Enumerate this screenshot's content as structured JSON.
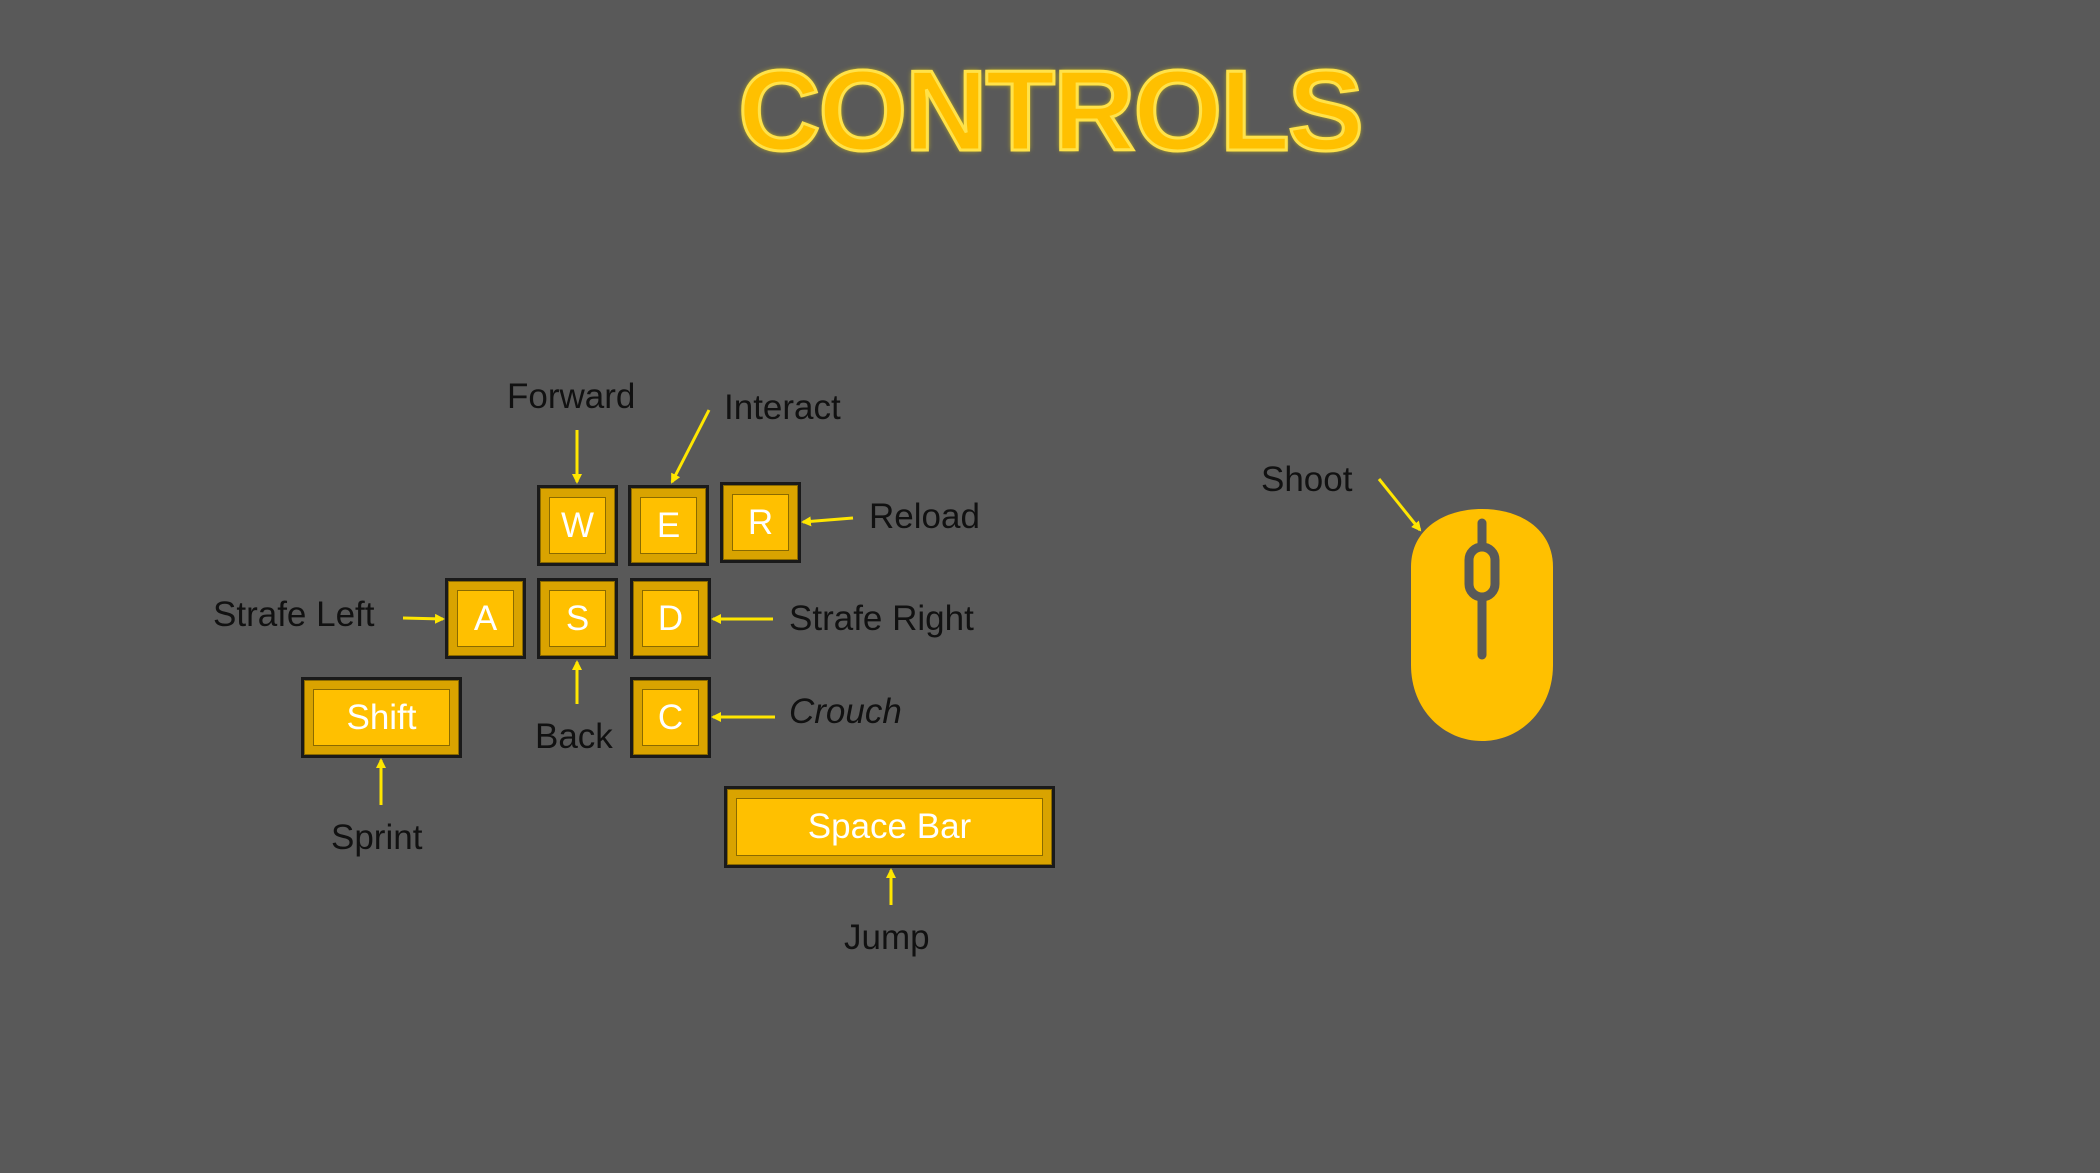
{
  "title": "CONTROLS",
  "colors": {
    "background": "#595959",
    "accent": "#FFC000",
    "title_glow": "#FFE600",
    "arrow": "#FFE600",
    "label_text": "#111111",
    "key_text": "#FFFFFF"
  },
  "keys": {
    "w": "W",
    "e": "E",
    "r": "R",
    "a": "A",
    "s": "S",
    "d": "D",
    "shift": "Shift",
    "c": "C",
    "space": "Space Bar"
  },
  "actions": {
    "forward": "Forward",
    "interact": "Interact",
    "reload": "Reload",
    "strafe_left": "Strafe Left",
    "strafe_right": "Strafe Right",
    "back": "Back",
    "crouch": "Crouch",
    "sprint": "Sprint",
    "jump": "Jump",
    "shoot": "Shoot"
  },
  "icons": {
    "mouse": "mouse-icon"
  }
}
